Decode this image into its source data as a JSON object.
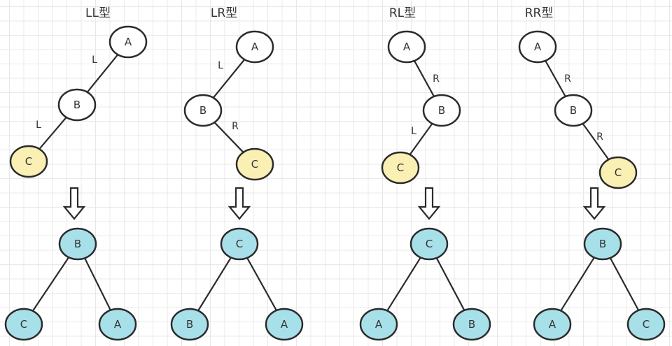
{
  "colors": {
    "node_default": "#ffffff",
    "node_highlight": "#fbf0b4",
    "node_result": "#a8e0ea",
    "stroke": "#2b2b2b"
  },
  "panels": [
    {
      "title": "LL型",
      "before": {
        "nodes": [
          {
            "id": "A",
            "label": "A",
            "style": "default"
          },
          {
            "id": "B",
            "label": "B",
            "style": "default"
          },
          {
            "id": "C",
            "label": "C",
            "style": "highlight"
          }
        ],
        "edges": [
          {
            "from": "A",
            "to": "B",
            "label": "L"
          },
          {
            "from": "B",
            "to": "C",
            "label": "L"
          }
        ]
      },
      "arrow_icon": "down-arrow-icon",
      "after": {
        "root": "B",
        "left": "C",
        "right": "A"
      }
    },
    {
      "title": "LR型",
      "before": {
        "nodes": [
          {
            "id": "A",
            "label": "A",
            "style": "default"
          },
          {
            "id": "B",
            "label": "B",
            "style": "default"
          },
          {
            "id": "C",
            "label": "C",
            "style": "highlight"
          }
        ],
        "edges": [
          {
            "from": "A",
            "to": "B",
            "label": "L"
          },
          {
            "from": "B",
            "to": "C",
            "label": "R"
          }
        ]
      },
      "arrow_icon": "down-arrow-icon",
      "after": {
        "root": "C",
        "left": "B",
        "right": "A"
      }
    },
    {
      "title": "RL型",
      "before": {
        "nodes": [
          {
            "id": "A",
            "label": "A",
            "style": "default"
          },
          {
            "id": "B",
            "label": "B",
            "style": "default"
          },
          {
            "id": "C",
            "label": "C",
            "style": "highlight"
          }
        ],
        "edges": [
          {
            "from": "A",
            "to": "B",
            "label": "R"
          },
          {
            "from": "B",
            "to": "C",
            "label": "L"
          }
        ]
      },
      "arrow_icon": "down-arrow-icon",
      "after": {
        "root": "C",
        "left": "A",
        "right": "B"
      }
    },
    {
      "title": "RR型",
      "before": {
        "nodes": [
          {
            "id": "A",
            "label": "A",
            "style": "default"
          },
          {
            "id": "B",
            "label": "B",
            "style": "default"
          },
          {
            "id": "C",
            "label": "C",
            "style": "highlight"
          }
        ],
        "edges": [
          {
            "from": "A",
            "to": "B",
            "label": "R"
          },
          {
            "from": "B",
            "to": "C",
            "label": "R"
          }
        ]
      },
      "arrow_icon": "down-arrow-icon",
      "after": {
        "root": "B",
        "left": "A",
        "right": "C"
      }
    }
  ]
}
